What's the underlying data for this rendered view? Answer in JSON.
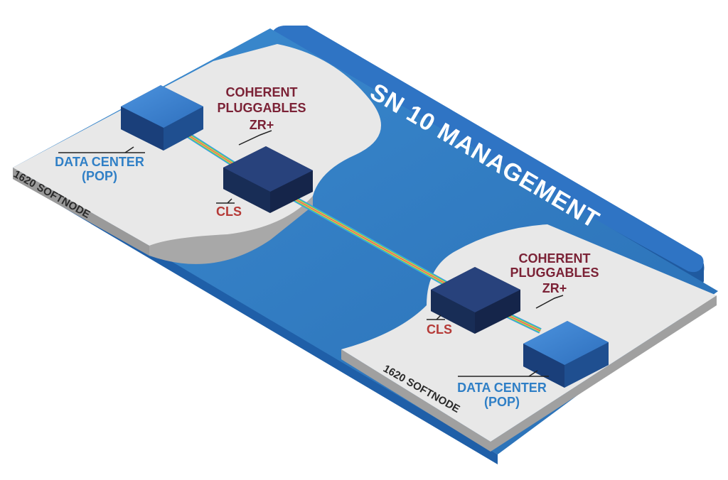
{
  "management_bar": {
    "label": "SN 10 MANAGEMENT"
  },
  "left_site": {
    "platform_label": "1620 SOFTNODE",
    "datacenter_line1": "DATA CENTER",
    "datacenter_line2": "(POP)",
    "pluggables_line1": "COHERENT",
    "pluggables_line2": "PLUGGABLES",
    "pluggables_line3": "ZR+",
    "cls_label": "CLS"
  },
  "right_site": {
    "platform_label": "1620 SOFTNODE",
    "datacenter_line1": "DATA CENTER",
    "datacenter_line2": "(POP)",
    "pluggables_line1": "COHERENT",
    "pluggables_line2": "PLUGGABLES",
    "pluggables_line3": "ZR+",
    "cls_label": "CLS"
  },
  "colors": {
    "water": "#2d7cc3",
    "platform_top": "#e6e6e6",
    "platform_side": "#a9a9a9",
    "device": "#3b7fd0",
    "cls_box": "#243f74",
    "mgmt_bar": "#2869b6",
    "fiber": [
      "#e0338d",
      "#f2d43a",
      "#6ad16a",
      "#3aa0e0"
    ]
  }
}
